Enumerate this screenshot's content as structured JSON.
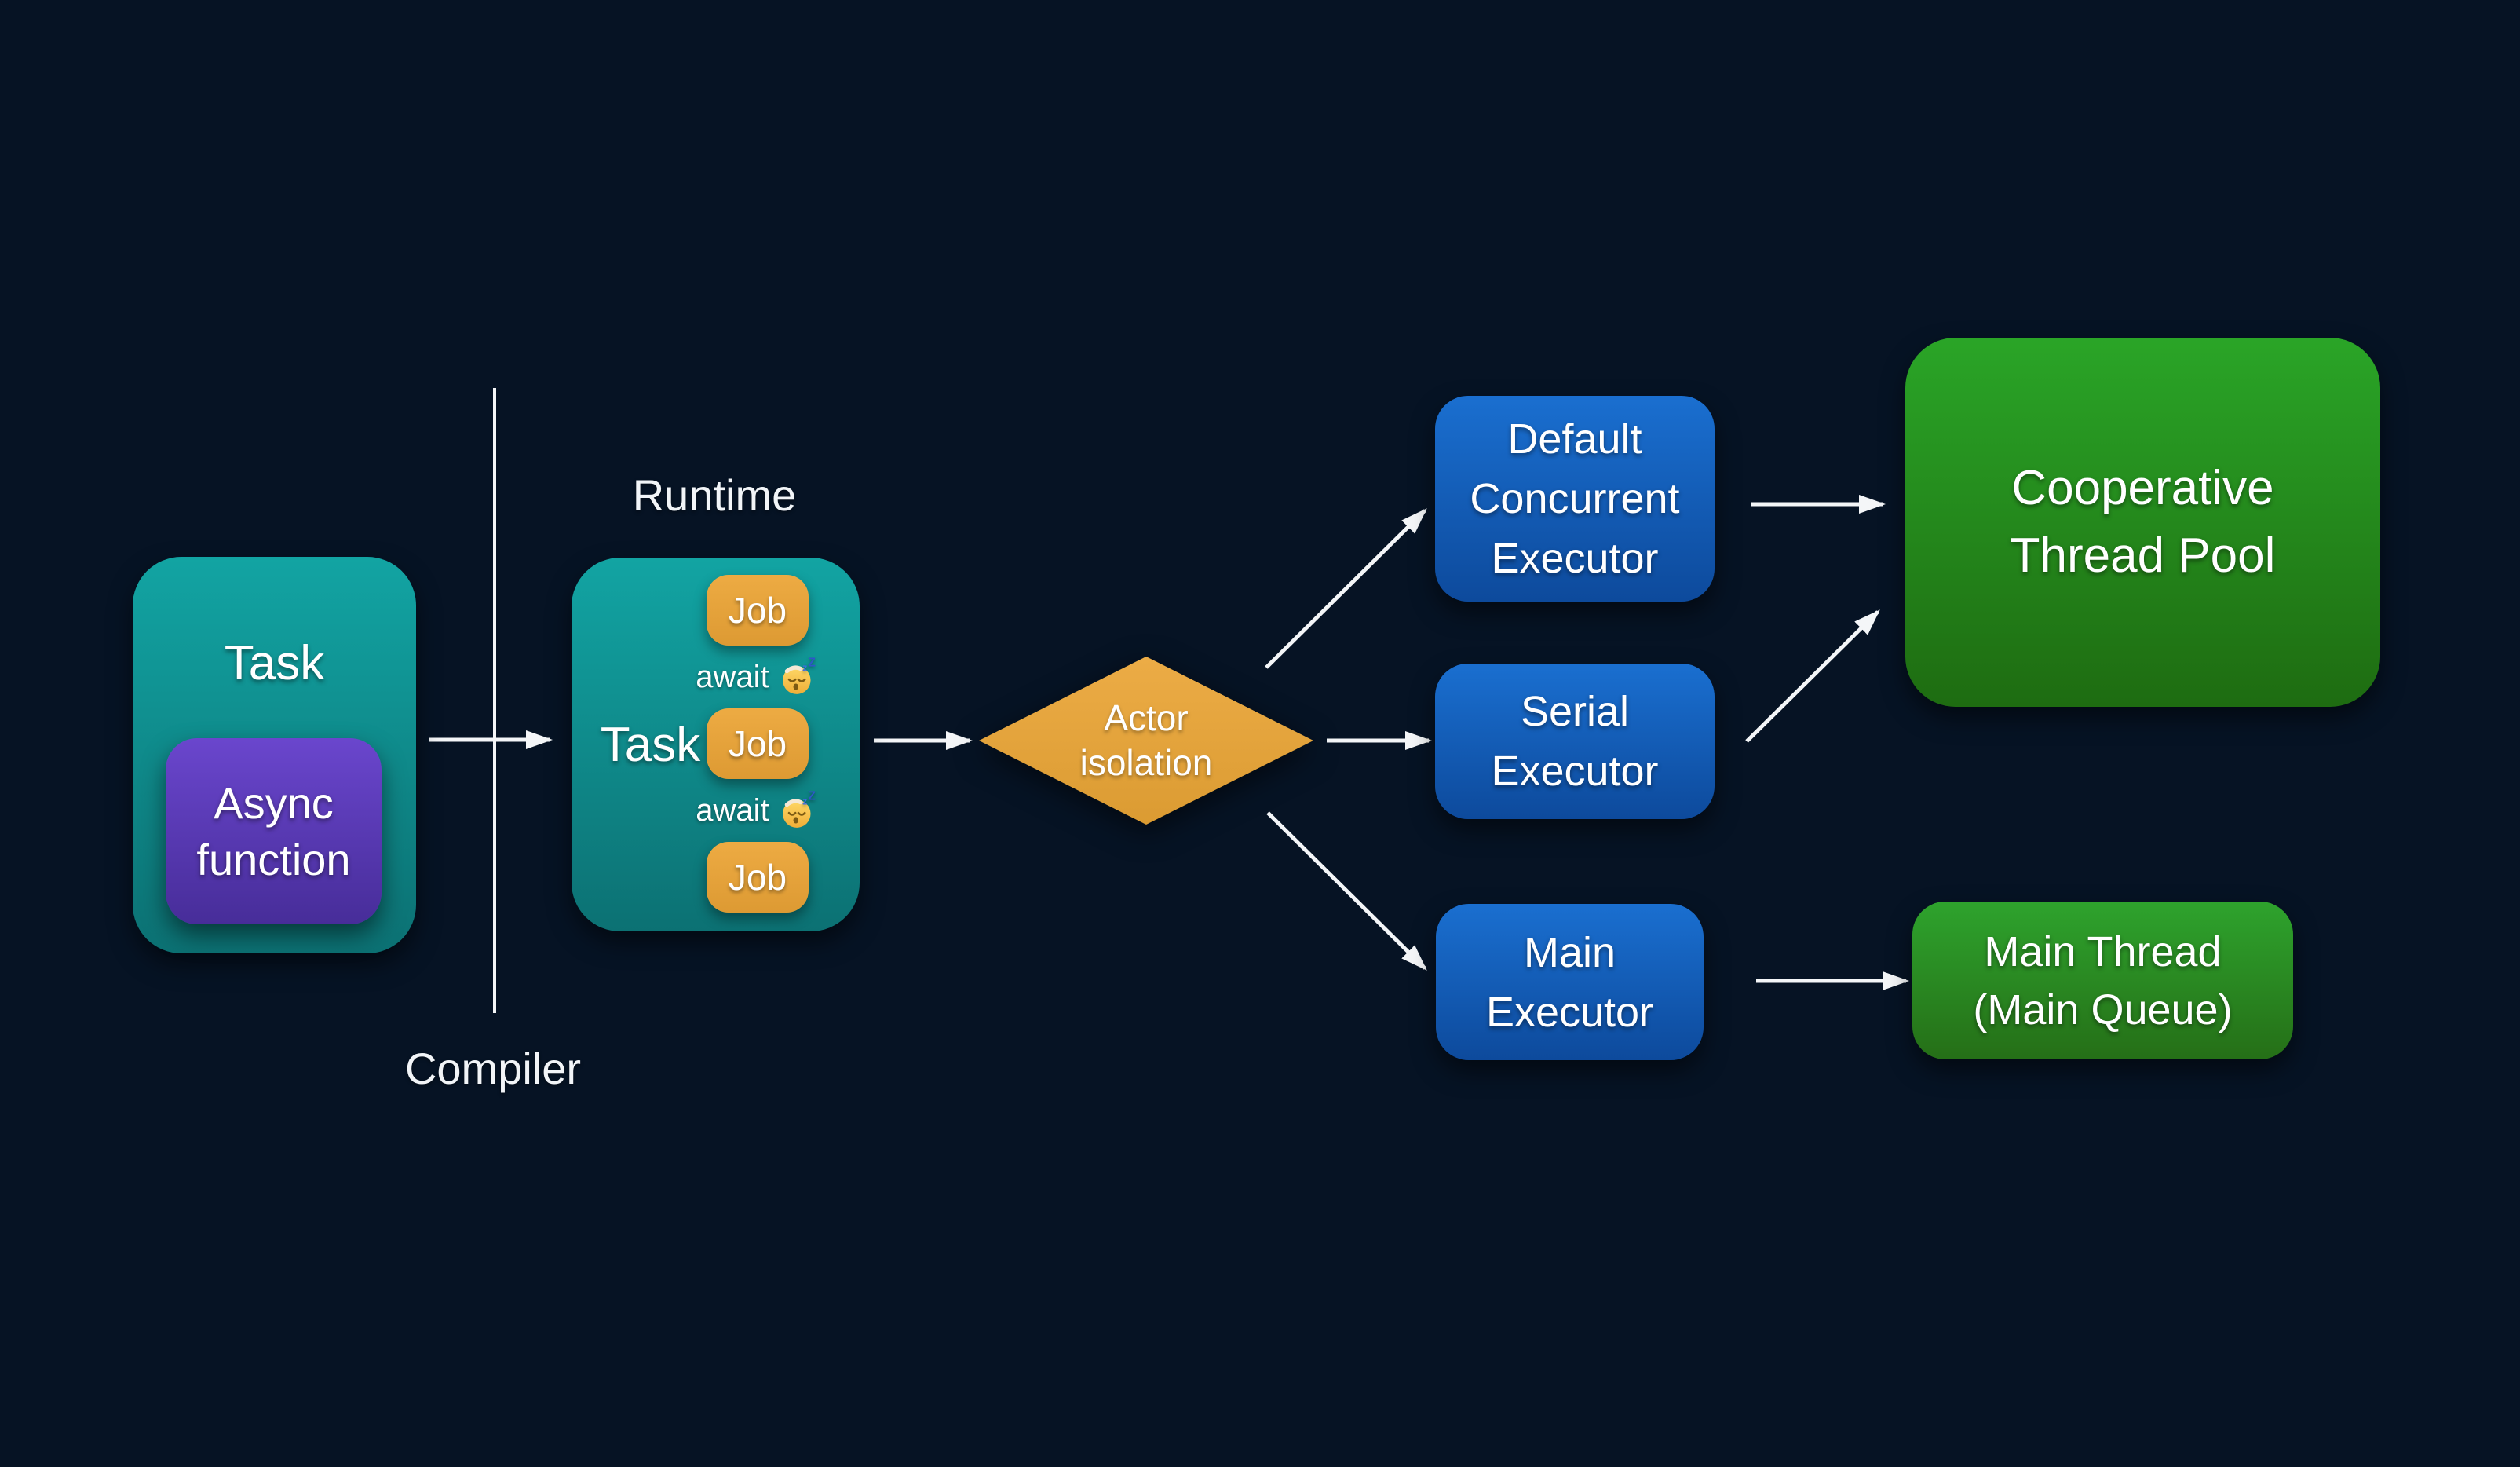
{
  "diagram": {
    "background": "#061324",
    "labels": {
      "runtime": "Runtime",
      "compiler": "Compiler"
    },
    "task_box": {
      "title": "Task",
      "async_function": "Async\nfunction"
    },
    "runtime_task_box": {
      "title": "Task",
      "jobs": [
        "Job",
        "Job",
        "Job"
      ],
      "awaits": [
        {
          "label": "await",
          "emoji": "sleeping-face"
        },
        {
          "label": "await",
          "emoji": "sleeping-face"
        }
      ]
    },
    "decision": {
      "label": "Actor\nisolation"
    },
    "executors": {
      "default_concurrent": "Default\nConcurrent\nExecutor",
      "serial": "Serial\nExecutor",
      "main": "Main\nExecutor"
    },
    "targets": {
      "cooperative_thread_pool": "Cooperative\nThread Pool",
      "main_thread": "Main Thread\n(Main Queue)"
    },
    "colors": {
      "teal_top": "#12a4a3",
      "teal_bottom": "#0c7173",
      "purple_top": "#6a46cd",
      "purple_bottom": "#472d99",
      "orange": "#e8a63e",
      "blue_top": "#1a6fd0",
      "blue_bottom": "#0d4a9c",
      "green_top": "#2aa527",
      "green_bottom": "#1e6c11",
      "arrow": "#ffffff"
    }
  }
}
